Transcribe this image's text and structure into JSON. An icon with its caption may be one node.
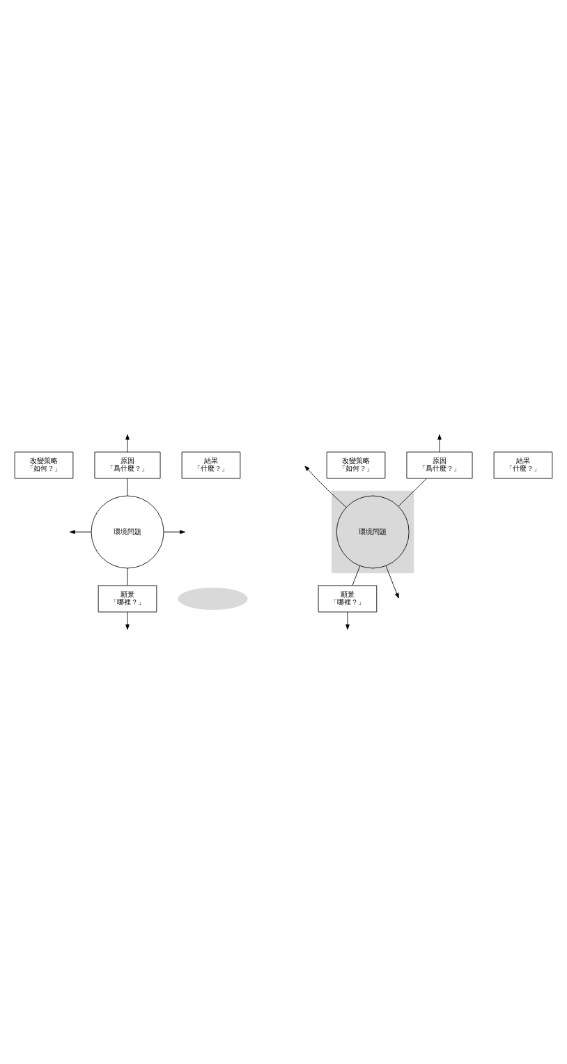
{
  "diagram": {
    "nodes": [
      {
        "text": [
          "原因",
          "「爲什麼？」"
        ]
      },
      {
        "text": [
          "改變策略",
          "「如何？」"
        ]
      },
      {
        "text": [
          "結果",
          "「什麼？」"
        ]
      },
      {
        "text": [
          "環境問題"
        ]
      },
      {
        "text": [],
        "shape": "ellipse"
      },
      {
        "text": [
          "願景",
          "「哪裡？」"
        ]
      },
      {
        "text": [
          "原因",
          "「爲什麼？」"
        ]
      },
      {
        "text": [
          "改變策略",
          "「如何？」"
        ]
      },
      {
        "text": [
          "結果",
          "「什麼？」"
        ]
      },
      {
        "text": [],
        "shape": "box"
      },
      {
        "text": [
          "環境問題"
        ],
        "in": 9
      },
      {
        "text": [
          "願景",
          "「哪裡？」"
        ]
      }
    ],
    "edges": [
      {
        "from": 3,
        "to": 0,
        "arrow": "none"
      },
      {
        "from": 0,
        "to": null,
        "arrow": "to"
      },
      {
        "from": 3,
        "to": 5,
        "arrow": "none"
      },
      {
        "from": 5,
        "to": null,
        "arrow": "to"
      },
      {
        "from": 3,
        "to": null,
        "arrow": "to"
      },
      {
        "from": 3,
        "to": null,
        "arrow": "to"
      },
      {
        "from": 10,
        "to": 6,
        "arrow": "none"
      },
      {
        "from": 6,
        "to": null,
        "arrow": "to"
      },
      {
        "from": 10,
        "to": 11,
        "arrow": "none"
      },
      {
        "from": 11,
        "to": null,
        "arrow": "to"
      },
      {
        "from": 10,
        "to": null,
        "arrow": "to"
      },
      {
        "from": 10,
        "to": null,
        "arrow": "to"
      }
    ]
  }
}
